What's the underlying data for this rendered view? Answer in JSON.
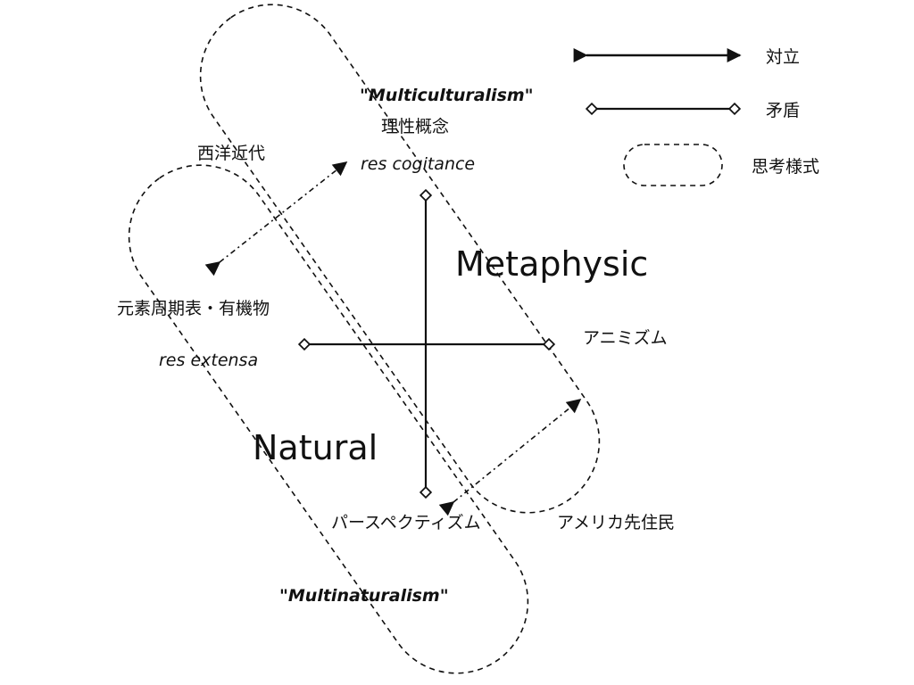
{
  "legend": {
    "opposition": "対立",
    "contradiction": "矛盾",
    "mode_of_thought": "思考様式"
  },
  "labels": {
    "multiculturalism": "\"Multiculturalism\"",
    "rational_concept": "理性概念",
    "res_cogitance": "res cogitance",
    "western_modern": "西洋近代",
    "metaphysic": "Metaphysic",
    "periodic_table": "元素周期表・有機物",
    "res_extensa": "res extensa",
    "animism": "アニミズム",
    "natural": "Natural",
    "perspectivism": "パースペクティズム",
    "native_american": "アメリカ先住民",
    "multinaturalism": "\"Multinaturalism\""
  },
  "colors": {
    "ink": "#111111",
    "background": "#ffffff"
  }
}
